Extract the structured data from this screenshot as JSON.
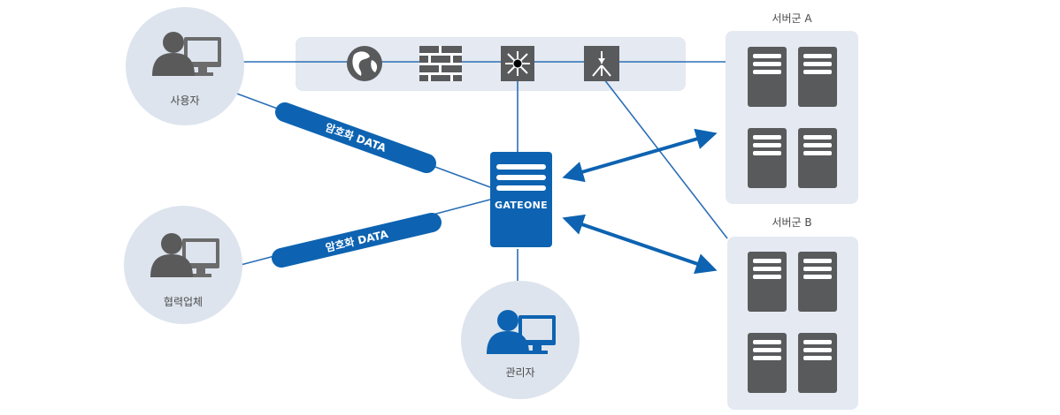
{
  "nodes": {
    "user": {
      "label": "사용자"
    },
    "partner": {
      "label": "협력업체"
    },
    "admin": {
      "label": "관리자"
    },
    "gateway": {
      "label": "GATEONE"
    },
    "server_group_a": {
      "label": "서버군 A"
    },
    "server_group_b": {
      "label": "서버군 B"
    }
  },
  "tunnels": {
    "user_tunnel": {
      "label": "암호화 DATA"
    },
    "partner_tunnel": {
      "label": "암호화 DATA"
    }
  },
  "network_bar": {
    "icons": [
      "globe-icon",
      "firewall-icon",
      "switch-icon",
      "router-icon"
    ]
  },
  "colors": {
    "accent_blue": "#0d63b1",
    "line_blue": "#2b6fb5",
    "node_circle": "#dde4ee",
    "server_dark": "#595a5c",
    "panel_bg": "#e4e9f2"
  }
}
